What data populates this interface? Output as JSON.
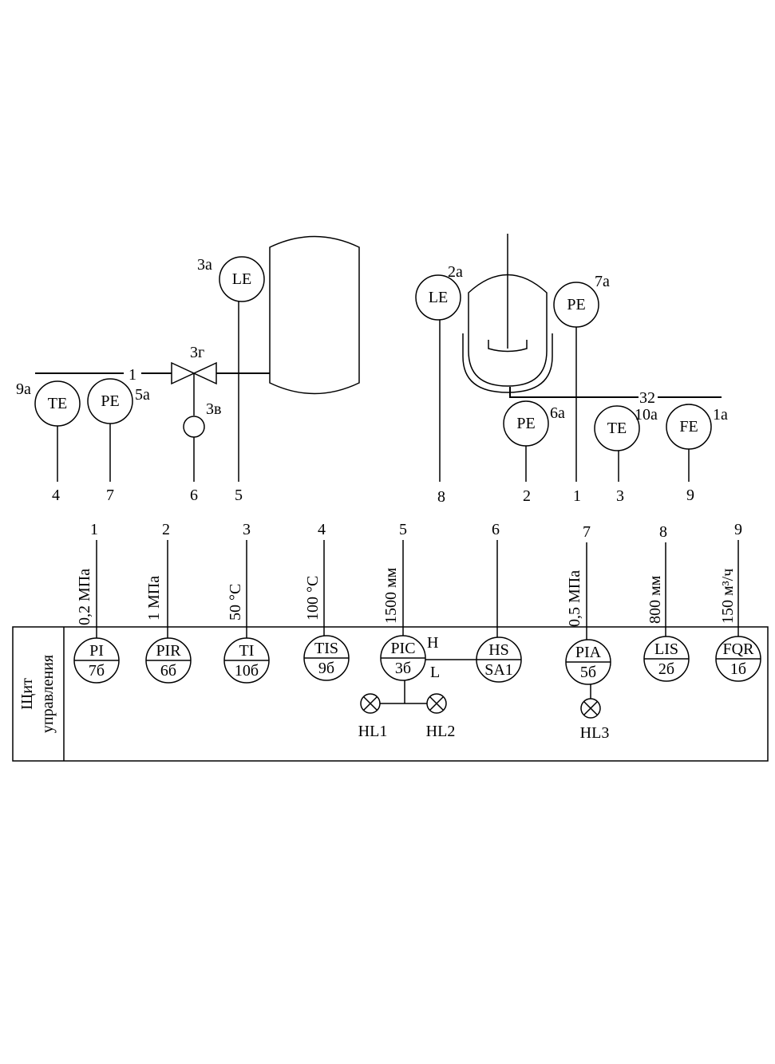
{
  "field": {
    "sensors": {
      "te_9a": {
        "code": "TE",
        "tag": "9а",
        "line": "4"
      },
      "pe_5a": {
        "code": "PE",
        "tag": "5а",
        "line": "7"
      },
      "valve_3v": {
        "tag": "3в",
        "line": "6"
      },
      "valve_3g": {
        "tag": "3г"
      },
      "le_3a": {
        "code": "LE",
        "tag": "3а",
        "line": "5"
      },
      "le_2a": {
        "code": "LE",
        "tag": "2а",
        "line": "8"
      },
      "pe_7a": {
        "code": "PE",
        "tag": "7а",
        "line": "1"
      },
      "pe_6a": {
        "code": "PE",
        "tag": "6а",
        "line": "2"
      },
      "te_10a": {
        "code": "TE",
        "tag": "10а",
        "line": "3"
      },
      "fe_1a": {
        "code": "FE",
        "tag": "1а",
        "line": "9"
      }
    },
    "pipe_labels": {
      "left": "1",
      "right": "32"
    }
  },
  "panel": {
    "title_line1": "Щит",
    "title_line2": "управления",
    "channels": [
      {
        "num": "1",
        "value": "0,2 МПа",
        "top": "PI",
        "bottom": "7б"
      },
      {
        "num": "2",
        "value": "1 МПа",
        "top": "PIR",
        "bottom": "6б"
      },
      {
        "num": "3",
        "value": "50 °C",
        "top": "TI",
        "bottom": "10б"
      },
      {
        "num": "4",
        "value": "100 °C",
        "top": "TIS",
        "bottom": "9б"
      },
      {
        "num": "5",
        "value": "1500 мм",
        "top": "PIC",
        "bottom": "3б"
      },
      {
        "num": "6",
        "value": "",
        "top": "HS",
        "bottom": "SA1"
      },
      {
        "num": "7",
        "value": "0,5 МПа",
        "top": "PIA",
        "bottom": "5б"
      },
      {
        "num": "8",
        "value": "800 мм",
        "top": "LIS",
        "bottom": "2б"
      },
      {
        "num": "9",
        "value": "150 м³/ч",
        "top": "FQR",
        "bottom": "1б"
      }
    ],
    "signals": {
      "high": "H",
      "low": "L"
    },
    "lamps": [
      "HL1",
      "HL2",
      "HL3"
    ]
  }
}
